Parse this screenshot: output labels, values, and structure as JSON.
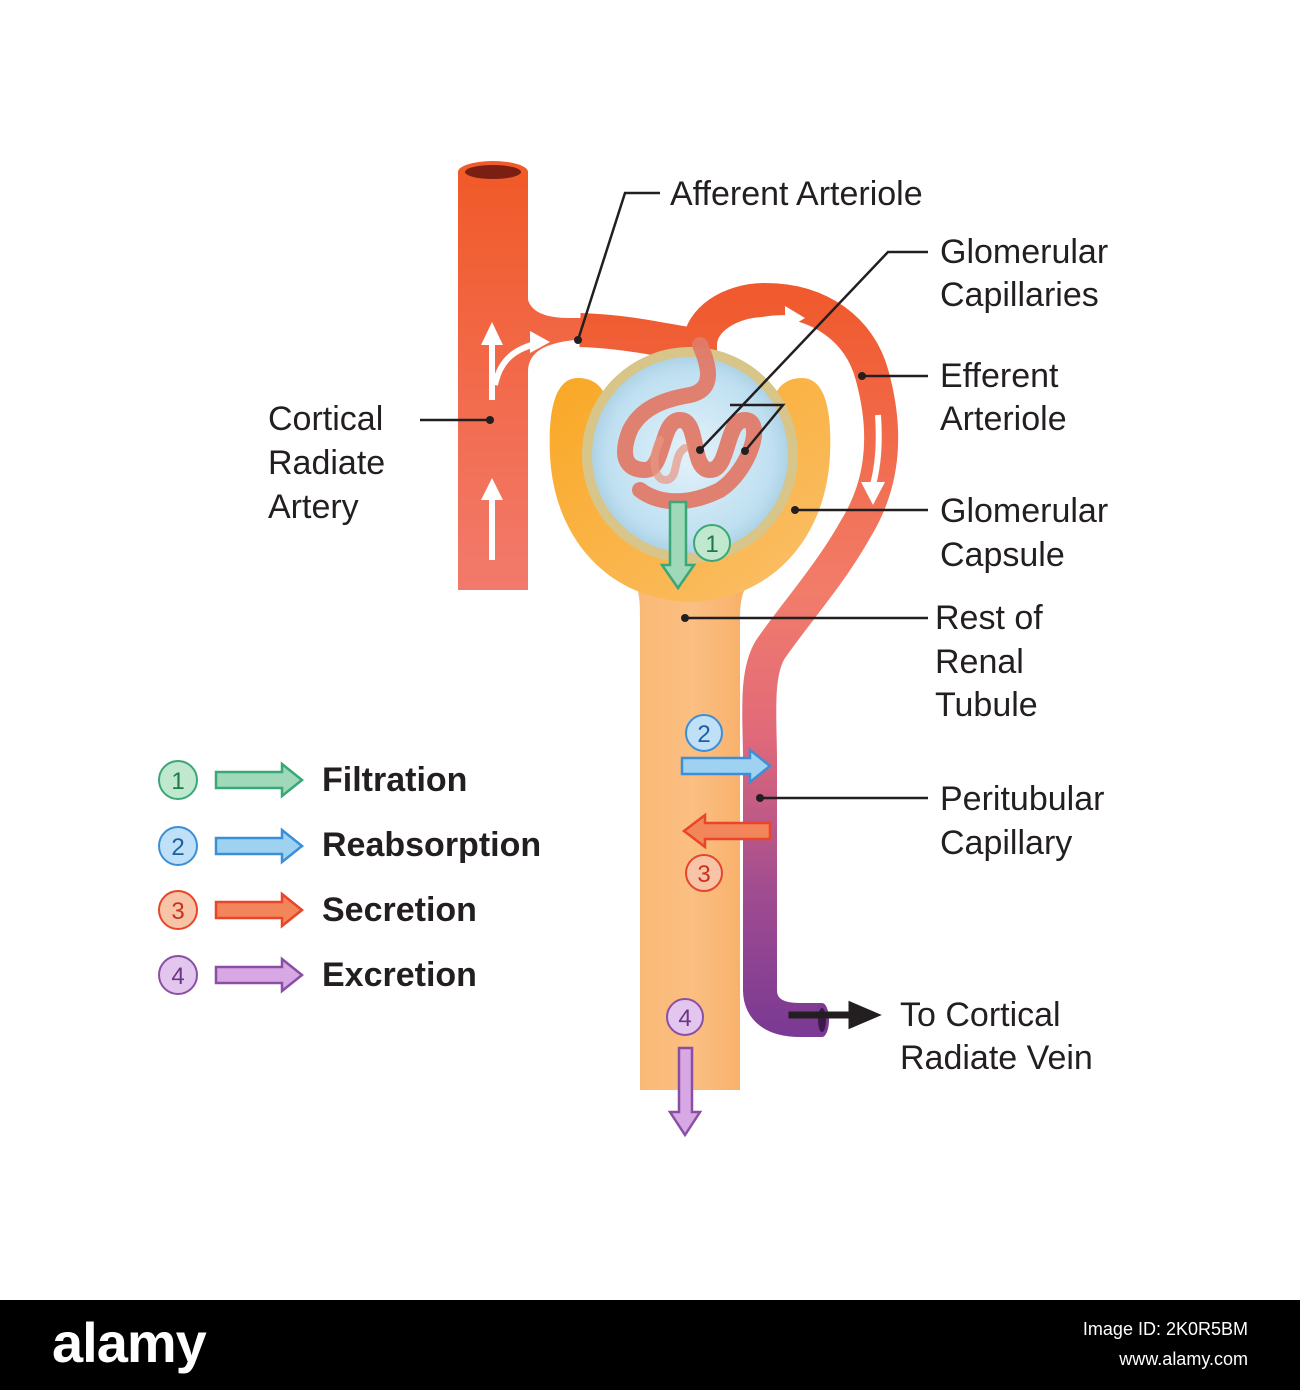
{
  "labels": {
    "afferent": "Afferent Arteriole",
    "glom_cap": [
      "Glomerular",
      "Capillaries"
    ],
    "efferent": [
      "Efferent",
      "Arteriole"
    ],
    "cortical": [
      "Cortical",
      "Radiate",
      "Artery"
    ],
    "glom_capsule": [
      "Glomerular",
      "Capsule"
    ],
    "rest_tubule": [
      "Rest of",
      "Renal",
      "Tubule"
    ],
    "peritubular": [
      "Peritubular",
      "Capillary"
    ],
    "to_vein": [
      "To Cortical",
      "Radiate Vein"
    ]
  },
  "legend": [
    {
      "num": "1",
      "label": "Filtration",
      "color": "#3aa776"
    },
    {
      "num": "2",
      "label": "Reabsorption",
      "color": "#3b8fd6"
    },
    {
      "num": "3",
      "label": "Secretion",
      "color": "#e8452a"
    },
    {
      "num": "4",
      "label": "Excretion",
      "color": "#8a4fa5"
    }
  ],
  "process_markers": [
    "1",
    "2",
    "3",
    "4"
  ],
  "colors": {
    "artery": "#ef5a2a",
    "tubule": "#f8b06a",
    "capsule": "#f9b233",
    "glomerulus_bg": "#cfe7f3",
    "vein_end": "#7b3a93"
  },
  "footer": {
    "logo": "alamy",
    "image_id": "Image ID: 2K0R5BM",
    "url": "www.alamy.com"
  }
}
